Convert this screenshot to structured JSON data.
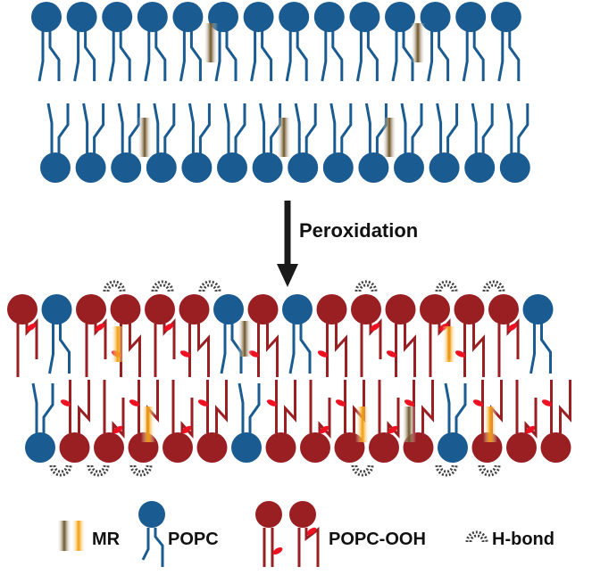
{
  "labels": {
    "process": "Peroxidation",
    "legend_mr": "MR",
    "legend_popc": "POPC",
    "legend_popc_ooh": "POPC-OOH",
    "legend_hbond": "H-bond"
  },
  "colors": {
    "popc": "#1a5b92",
    "popc_ooh": "#991f22",
    "hydroperoxide": "#ee1122",
    "mr_neutral": "#6b5223",
    "mr_active": "#f39a00",
    "arrow": "#1a1a1a",
    "hbond": "#444444"
  },
  "top_bilayer": {
    "upper": [
      "P",
      "P",
      "P",
      "P",
      "P",
      "P",
      "P",
      "P",
      "P",
      "P",
      "P",
      "P",
      "P",
      "P"
    ],
    "lower": [
      "P",
      "P",
      "P",
      "P",
      "P",
      "P",
      "P",
      "P",
      "P",
      "P",
      "P",
      "P",
      "P",
      "P"
    ]
  },
  "bottom_bilayer": {
    "upper": [
      "O",
      "P",
      "O",
      "O",
      "O",
      "O",
      "P",
      "O",
      "P",
      "O",
      "O",
      "O",
      "O",
      "O",
      "O",
      "P"
    ],
    "lower": [
      "P",
      "O",
      "O",
      "O",
      "O",
      "O",
      "P",
      "O",
      "O",
      "O",
      "O",
      "O",
      "P",
      "O",
      "O",
      "O"
    ]
  }
}
